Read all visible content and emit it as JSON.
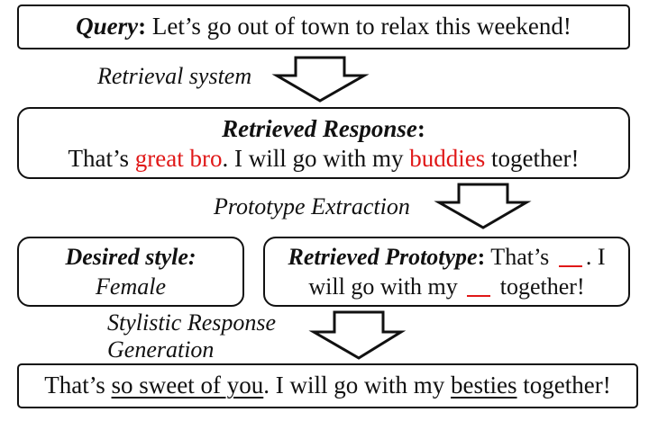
{
  "query_box": {
    "label": "Query",
    "colon": ":",
    "text": " Let’s go out of town to relax this weekend!"
  },
  "step1_label": "Retrieval system",
  "retrieved_box": {
    "label": "Retrieved Response",
    "colon": ":",
    "t1": "That’s ",
    "r1": "great bro",
    "t2": ". I will go with my ",
    "r2": "buddies",
    "t3": " together!"
  },
  "step2_label": "Prototype Extraction",
  "style_box": {
    "label": "Desired style:",
    "value": "Female"
  },
  "prototype_box": {
    "label": "Retrieved Prototype",
    "colon": ":",
    "t1": " That’s ",
    "t2": ". I",
    "t3": "will go with my ",
    "t4": " together!"
  },
  "step3_label": {
    "line1": "Stylistic Response",
    "line2": "Generation"
  },
  "output_box": {
    "t1": "That’s ",
    "u1": "so sweet of you",
    "t2": ". I will go with my ",
    "u2": "besties",
    "t3": " together!"
  },
  "colors": {
    "highlight": "#e01818",
    "stroke": "#111111"
  }
}
